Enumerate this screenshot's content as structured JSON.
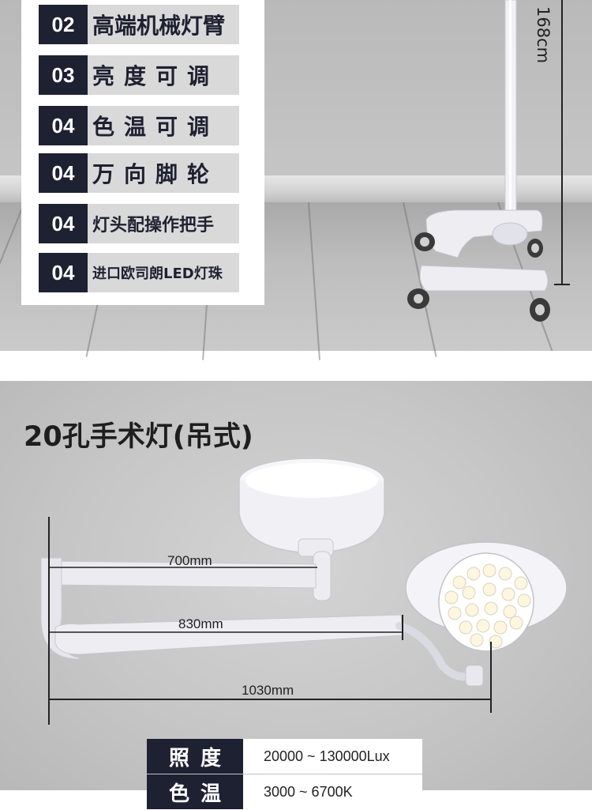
{
  "features": [
    {
      "num": "02",
      "text": "高端机械灯臂",
      "style": "xl"
    },
    {
      "num": "03",
      "text": "亮度可调",
      "style": "spaced"
    },
    {
      "num": "04",
      "text": "色温可调",
      "style": "spaced"
    },
    {
      "num": "04",
      "text": "万向脚轮",
      "style": "spaced"
    },
    {
      "num": "04",
      "text": "灯头配操作把手",
      "style": "md"
    },
    {
      "num": "04",
      "text": "进口欧司朗LED灯珠",
      "style": "sm"
    }
  ],
  "stand": {
    "height_label": "168cm"
  },
  "lamp": {
    "title": "20孔手术灯(吊式)",
    "dim_upper_arm": "700mm",
    "dim_lower_arm": "830mm",
    "dim_total": "1030mm"
  },
  "specs": [
    {
      "key": "照度",
      "value": "20000 ~ 130000Lux"
    },
    {
      "key": "色温",
      "value": "3000 ~ 6700K"
    }
  ],
  "colors": {
    "dark_navy": "#1e2131",
    "label_gray": "#d9d9d9"
  }
}
